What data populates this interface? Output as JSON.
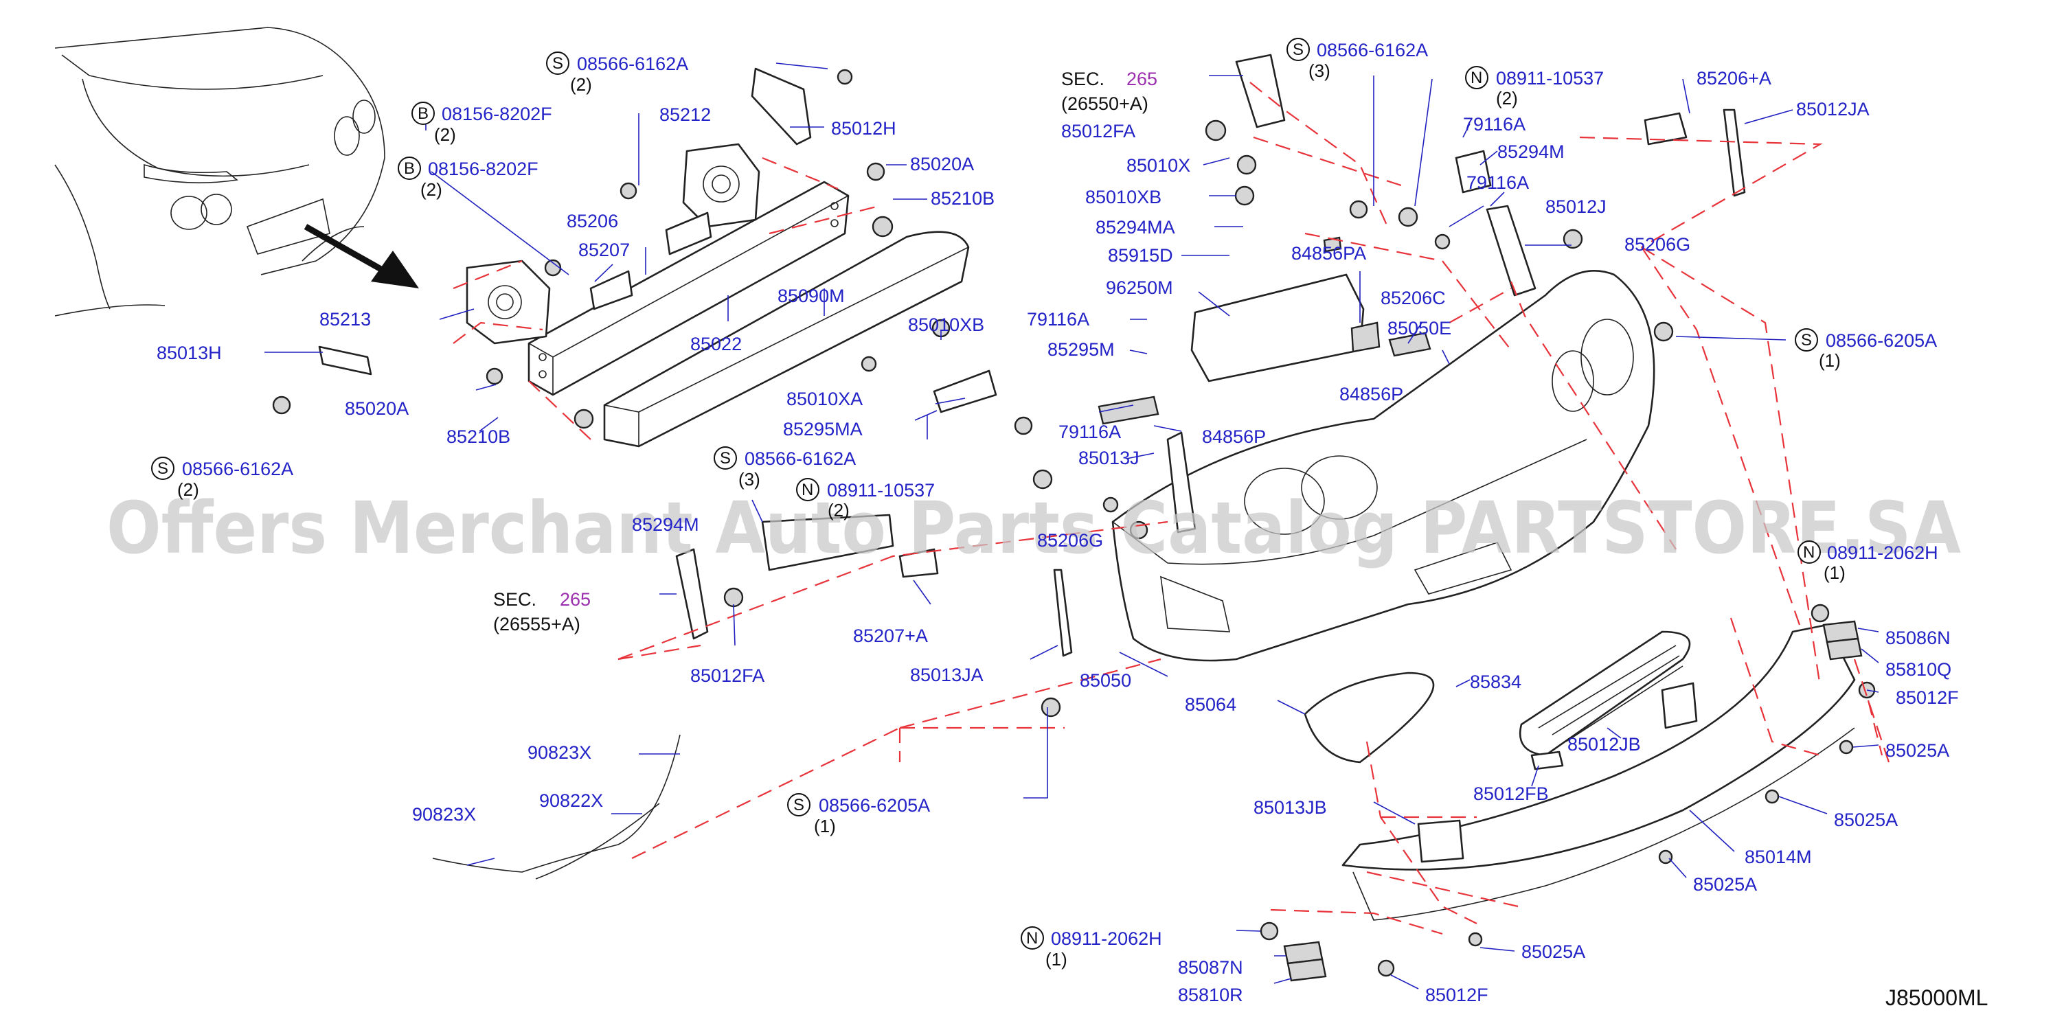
{
  "diagram": {
    "code": "J85000ML",
    "watermark": "Offers Merchant Auto Parts Catalog PARTSTORE.SA",
    "sec_word": "SEC.",
    "sec_num_1": "265",
    "sec_ref_1": "(26550+A)",
    "sec_num_2": "265",
    "sec_ref_2": "(26555+A)",
    "bolt_prefix_s": "S",
    "bolt_prefix_b": "B",
    "bolt_prefix_n": "N",
    "labels": {
      "s_6162a_1": "08566-6162A",
      "qty_2a": "(2)",
      "b_8202f_1": "08156-8202F",
      "qty_2b": "(2)",
      "b_8202f_2": "08156-8202F",
      "qty_2c": "(2)",
      "p85212": "85212",
      "p85012h": "85012H",
      "p85020a_1": "85020A",
      "p85210b_1": "85210B",
      "p85206": "85206",
      "p85207": "85207",
      "p85213": "85213",
      "p85013h": "85013H",
      "p85020a_2": "85020A",
      "p85210b_2": "85210B",
      "p85022": "85022",
      "p85090m": "85090M",
      "p85010xb_1": "85010XB",
      "p85010xa": "85010XA",
      "p85295ma": "85295MA",
      "s_6162a_2": "08566-6162A",
      "qty_2d": "(2)",
      "s_6162a_3": "08566-6162A",
      "qty_3a": "(3)",
      "n_10537_1": "08911-10537",
      "qty_2e": "(2)",
      "p85294m_partial": "85294M",
      "p85207a": "85207+A",
      "p85012fa_1": "85012FA",
      "p85013ja": "85013JA",
      "p85050": "85050",
      "p85064": "85064",
      "p90823x_1": "90823X",
      "p90822x": "90822X",
      "p90823x_2": "90823X",
      "s_6205a_1": "08566-6205A",
      "qty_1a": "(1)",
      "p85012fa_2": "85012FA",
      "p85010x": "85010X",
      "p85010xb_2": "85010XB",
      "p85294ma": "85294MA",
      "p85915d": "85915D",
      "p96250m": "96250M",
      "p79116a_1": "79116A",
      "p85295m": "85295M",
      "p79116a_2": "79116A",
      "p84856p_1": "84856P",
      "p85013j": "85013J",
      "p85206g_partial": "85206G",
      "s_6162a_4": "08566-6162A",
      "qty_3b": "(3)",
      "n_10537_2": "08911-10537",
      "qty_2f": "(2)",
      "p79116a_3": "79116A",
      "p85294m": "85294M",
      "p79116a_4": "79116A",
      "p85012j": "85012J",
      "p84856pa": "84856PA",
      "p85206c": "85206C",
      "p85050e": "85050E",
      "p84856p_2": "84856P",
      "p85206a": "85206+A",
      "p85012ja": "85012JA",
      "p85206g": "85206G",
      "s_6205a_2": "08566-6205A",
      "qty_1b": "(1)",
      "n_2062h_1": "08911-2062H",
      "qty_1c": "(1)",
      "p85086n": "85086N",
      "p85810q": "85810Q",
      "p85012f_1": "85012F",
      "p85025a_1": "85025A",
      "p85025a_2": "85025A",
      "p85014m": "85014M",
      "p85025a_3": "85025A",
      "p85834": "85834",
      "p85012jb": "85012JB",
      "p85012fb": "85012FB",
      "p85013jb": "85013JB",
      "n_2062h_2": "08911-2062H",
      "qty_1d": "(1)",
      "p85087n": "85087N",
      "p85810r": "85810R",
      "p85012f_2": "85012F",
      "p85025a_4": "85025A"
    }
  }
}
